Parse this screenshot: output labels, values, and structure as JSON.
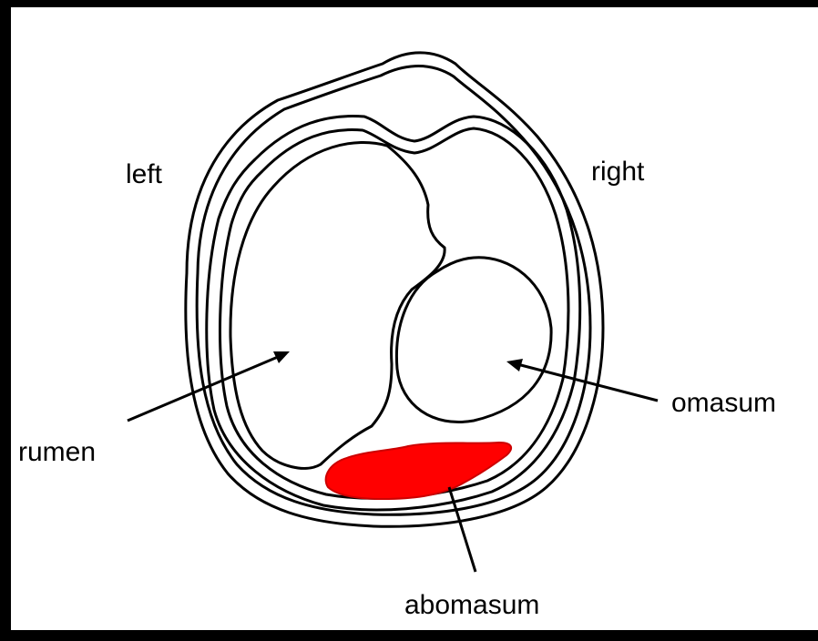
{
  "labels": {
    "left": "left",
    "right": "right",
    "rumen": "rumen",
    "omasum": "omasum",
    "abomasum": "abomasum"
  },
  "colors": {
    "background": "#000000",
    "panel": "#ffffff",
    "outline": "#000000",
    "abomasum_fill": "#ff0000"
  }
}
